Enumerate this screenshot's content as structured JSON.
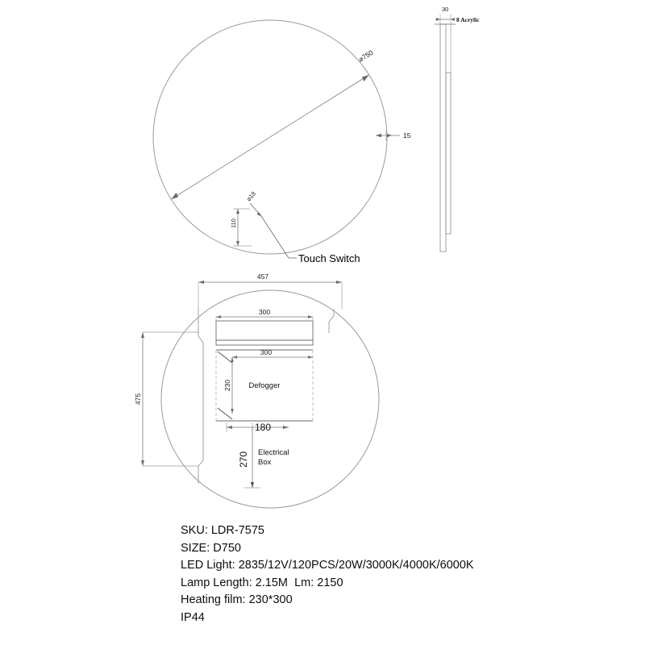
{
  "drawing": {
    "title": "Round LED Mirror Technical Drawing",
    "views": {
      "front": {
        "name": "front-elevation-circle",
        "diameter_label": "⌀750",
        "thickness_label": "15",
        "switch_hole_label": "⌀18",
        "switch_offset_label": "110",
        "switch_callout": "Touch Switch"
      },
      "side": {
        "name": "side-profile",
        "thickness_label": "30",
        "material_label": "8 Acrylic"
      },
      "back": {
        "name": "rear-layout",
        "overall_width_label": "457",
        "overall_height_label": "475",
        "led_panel_width_label": "300",
        "defogger_width_label": "300",
        "defogger_height_label": "230",
        "defogger_label": "Defogger",
        "electrical_box_offset_label": "180",
        "electrical_box_drop_label": "270",
        "electrical_box_label": "Electrical\nBox",
        "electrical_box_line1": "Electrical",
        "electrical_box_line2": "Box"
      }
    }
  },
  "specifications": {
    "lines": [
      "SKU: LDR-7575",
      "SIZE: D750",
      "LED Light: 2835/12V/120PCS/20W/3000K/4000K/6000K",
      "Lamp Length: 2.15M  Lm: 2150",
      "Heating film: 230*300",
      "IP44"
    ],
    "sku": "SKU: LDR-7575",
    "size": "SIZE: D750",
    "led_light": "LED Light: 2835/12V/120PCS/20W/3000K/4000K/6000K",
    "lamp_length": "Lamp Length: 2.15M  Lm: 2150",
    "heating_film": "Heating film: 230*300",
    "ip_rating": "IP44"
  },
  "colors": {
    "background": "#ffffff",
    "line": "#8a8a8a",
    "text": "#111111",
    "dashed": "#b0b0b0"
  }
}
